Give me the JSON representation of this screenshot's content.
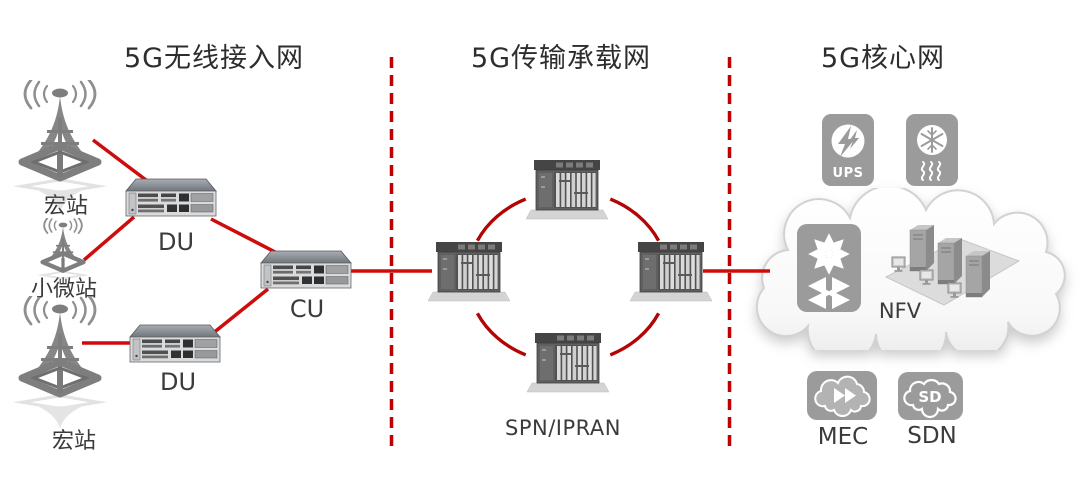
{
  "diagram": {
    "sections": [
      {
        "id": "ran",
        "title": "5G无线接入网"
      },
      {
        "id": "transport",
        "title": "5G传输承载网"
      },
      {
        "id": "core",
        "title": "5G核心网"
      }
    ]
  },
  "ran": {
    "macro_top_label": "宏站",
    "micro_label": "小微站",
    "macro_bottom_label": "宏站",
    "du_top_label": "DU",
    "du_bottom_label": "DU",
    "cu_label": "CU"
  },
  "transport": {
    "ring_label": "SPN/IPRAN"
  },
  "core": {
    "ups_label": "UPS",
    "nfv_label": "NFV",
    "mec_label": "MEC",
    "sdn_label": "SDN",
    "sdn_badge": "SD"
  },
  "icons": {
    "tower": "cell-tower-with-radio-waves",
    "rack_switch": "du-cu-rack-switch",
    "chassis": "transport-chassis",
    "ups": "lightning-bolt-circle",
    "cooling": "snowflake-circle-with-heat-waves",
    "switch": "starburst-and-crossover-arrows",
    "servers": "isometric-server-towers",
    "mec": "cloud-fast-forward",
    "sdn": "cloud-sd"
  },
  "colors": {
    "line_red": "#cf0c0c",
    "ring_red": "#b30505",
    "dashed_red": "#c00000",
    "icon_gray": "#9b9b9b",
    "device_gray": "#606060",
    "text_dark": "#2d2d2d"
  }
}
